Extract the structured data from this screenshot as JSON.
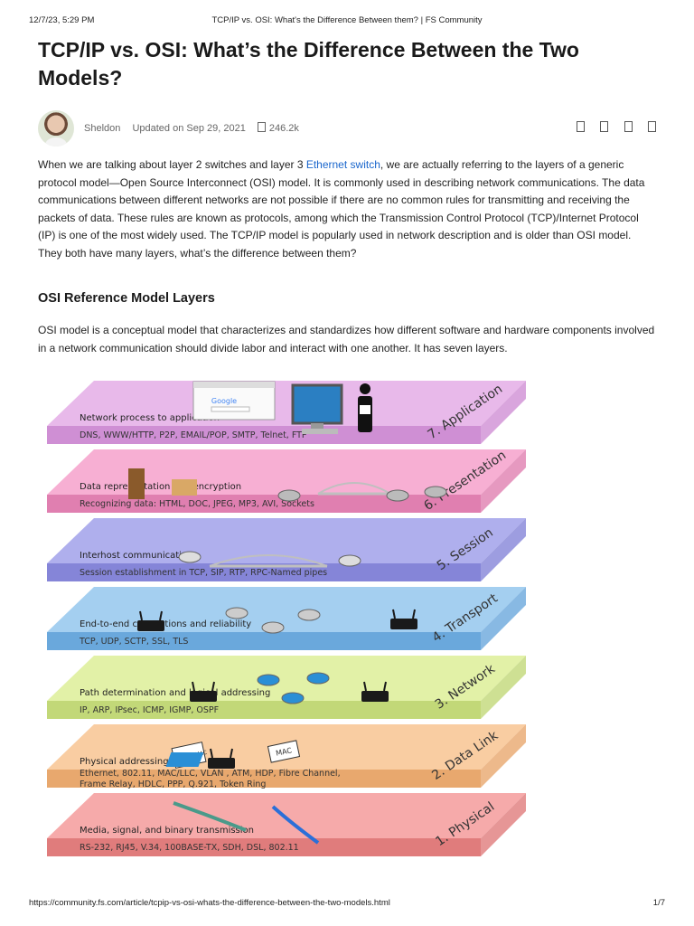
{
  "print_header": {
    "datetime": "12/7/23, 5:29 PM",
    "title": "TCP/IP vs. OSI: What's the Difference Between them? | FS Community"
  },
  "article": {
    "title": "TCP/IP vs. OSI: What’s the Difference Between the Two Models?",
    "author": "Sheldon",
    "updated": "Updated on Sep 29, 2021",
    "views": "246.2k",
    "share_icons": [
      "share-icon-1",
      "share-icon-2",
      "share-icon-3",
      "share-icon-4"
    ],
    "intro_before_link": "When we are talking about layer 2 switches and layer 3 ",
    "intro_link": "Ethernet switch",
    "intro_after_link": ", we are actually referring to the layers of a generic protocol model—Open Source Interconnect (OSI) model. It is commonly used in describing network communications. The data communications between different networks are not possible if there are no common rules for transmitting and receiving the packets of data. These rules are known as protocols, among which the Transmission Control Protocol (TCP)/Internet Protocol (IP) is one of the most widely used. The TCP/IP model is popularly used in network description and is older than OSI model. They both have many layers, what’s the difference between them?",
    "section_heading": "OSI Reference Model Layers",
    "section_text": "OSI model is a conceptual model that characterizes and standardizes how different software and hardware components involved in a network communication should divide labor and interact with one another. It has seven layers."
  },
  "osi_diagram": {
    "google_label": "Google",
    "layers": [
      {
        "name": "7. Application",
        "title": "Network process to application",
        "protocols": [
          "DNS, WWW/HTTP, P2P, EMAIL/POP, SMTP, Telnet, FTP"
        ],
        "color": "#e6b3e8",
        "band_color": "#cf8fd4"
      },
      {
        "name": "6. Presentation",
        "title": "Data representation and encryption",
        "protocols": [
          "Recognizing data: HTML, DOC, JPEG, MP3, AVI, Sockets"
        ],
        "color": "#f6a8cf",
        "band_color": "#e07fb0"
      },
      {
        "name": "5. Session",
        "title": "Interhost communication",
        "protocols": [
          "Session establishment in TCP, SIP, RTP, RPC-Named pipes"
        ],
        "color": "#a8a8ec",
        "band_color": "#8585d8"
      },
      {
        "name": "4. Transport",
        "title": "End-to-end connections and reliability",
        "protocols": [
          "TCP, UDP, SCTP, SSL, TLS"
        ],
        "color": "#9ccbef",
        "band_color": "#6aa8dc"
      },
      {
        "name": "3. Network",
        "title": "Path determination and logical addressing",
        "protocols": [
          "IP, ARP, IPsec, ICMP, IGMP, OSPF"
        ],
        "color": "#dff0a0",
        "band_color": "#c2d878"
      },
      {
        "name": "2. Data Link",
        "title": "Physical addressing",
        "protocols": [
          "Ethernet, 802.11, MAC/LLC, VLAN , ATM, HDP, Fibre Channel,",
          "Frame Relay, HDLC,  PPP, Q.921, Token Ring"
        ],
        "color": "#f8c99a",
        "band_color": "#e8a86e"
      },
      {
        "name": "1. Physical",
        "title": "Media, signal, and binary transmission",
        "protocols": [
          "RS-232, RJ45, V.34, 100BASE-TX, SDH, DSL, 802.11"
        ],
        "color": "#f5a3a3",
        "band_color": "#e07c7c"
      }
    ],
    "tags": {
      "router_mac": "ROUTER MAC",
      "mac": "MAC"
    },
    "colors": {
      "router": "#1a1a1a",
      "hub": "#2a8fd6",
      "cable": "#2b6fd8",
      "bridge": "#bfbfbf"
    }
  },
  "print_footer": {
    "url": "https://community.fs.com/article/tcpip-vs-osi-whats-the-difference-between-the-two-models.html",
    "pages": "1/7"
  }
}
